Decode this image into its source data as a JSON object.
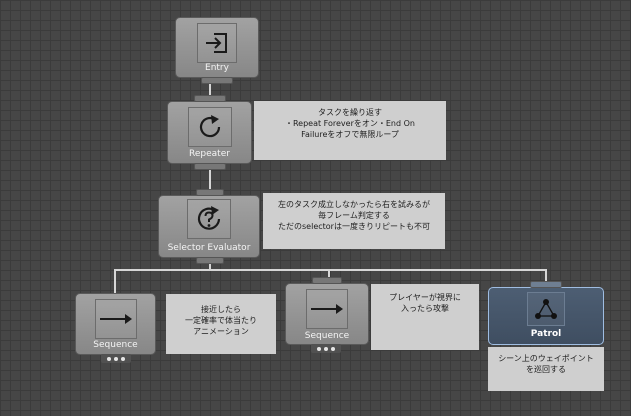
{
  "nodes": {
    "entry": {
      "label": "Entry",
      "icon": "entry-icon"
    },
    "repeater": {
      "label": "Repeater",
      "icon": "repeat-icon"
    },
    "selector_evaluator": {
      "label": "Selector Evaluator",
      "icon": "question-icon"
    },
    "sequence_1": {
      "label": "Sequence",
      "icon": "arrow-right-icon"
    },
    "sequence_2": {
      "label": "Sequence",
      "icon": "arrow-right-icon"
    },
    "patrol": {
      "label": "Patrol",
      "icon": "patrol-icon"
    }
  },
  "comments": {
    "repeater": [
      "タスクを繰り返す",
      "・Repeat Foreverをオン・End On",
      "Failureをオフで無限ループ"
    ],
    "selector_evaluator": [
      "左のタスク成立しなかったら右を試みるが",
      "毎フレーム判定する",
      "ただのselectorは一度きりリピートも不可"
    ],
    "sequence_1": [
      "接近したら",
      "一定確率で体当たり",
      "アニメーション"
    ],
    "sequence_2": [
      "プレイヤーが視界に",
      "入ったら攻撃"
    ],
    "patrol": [
      "シーン上のウェイポイント",
      "を巡回する"
    ]
  },
  "colors": {
    "background": "#464646",
    "node": "#9a9a9a",
    "selected_node": "#46566a",
    "selected_border": "#9fbde2",
    "comment": "#cfcfcf",
    "connector": "#d6d6d6"
  }
}
